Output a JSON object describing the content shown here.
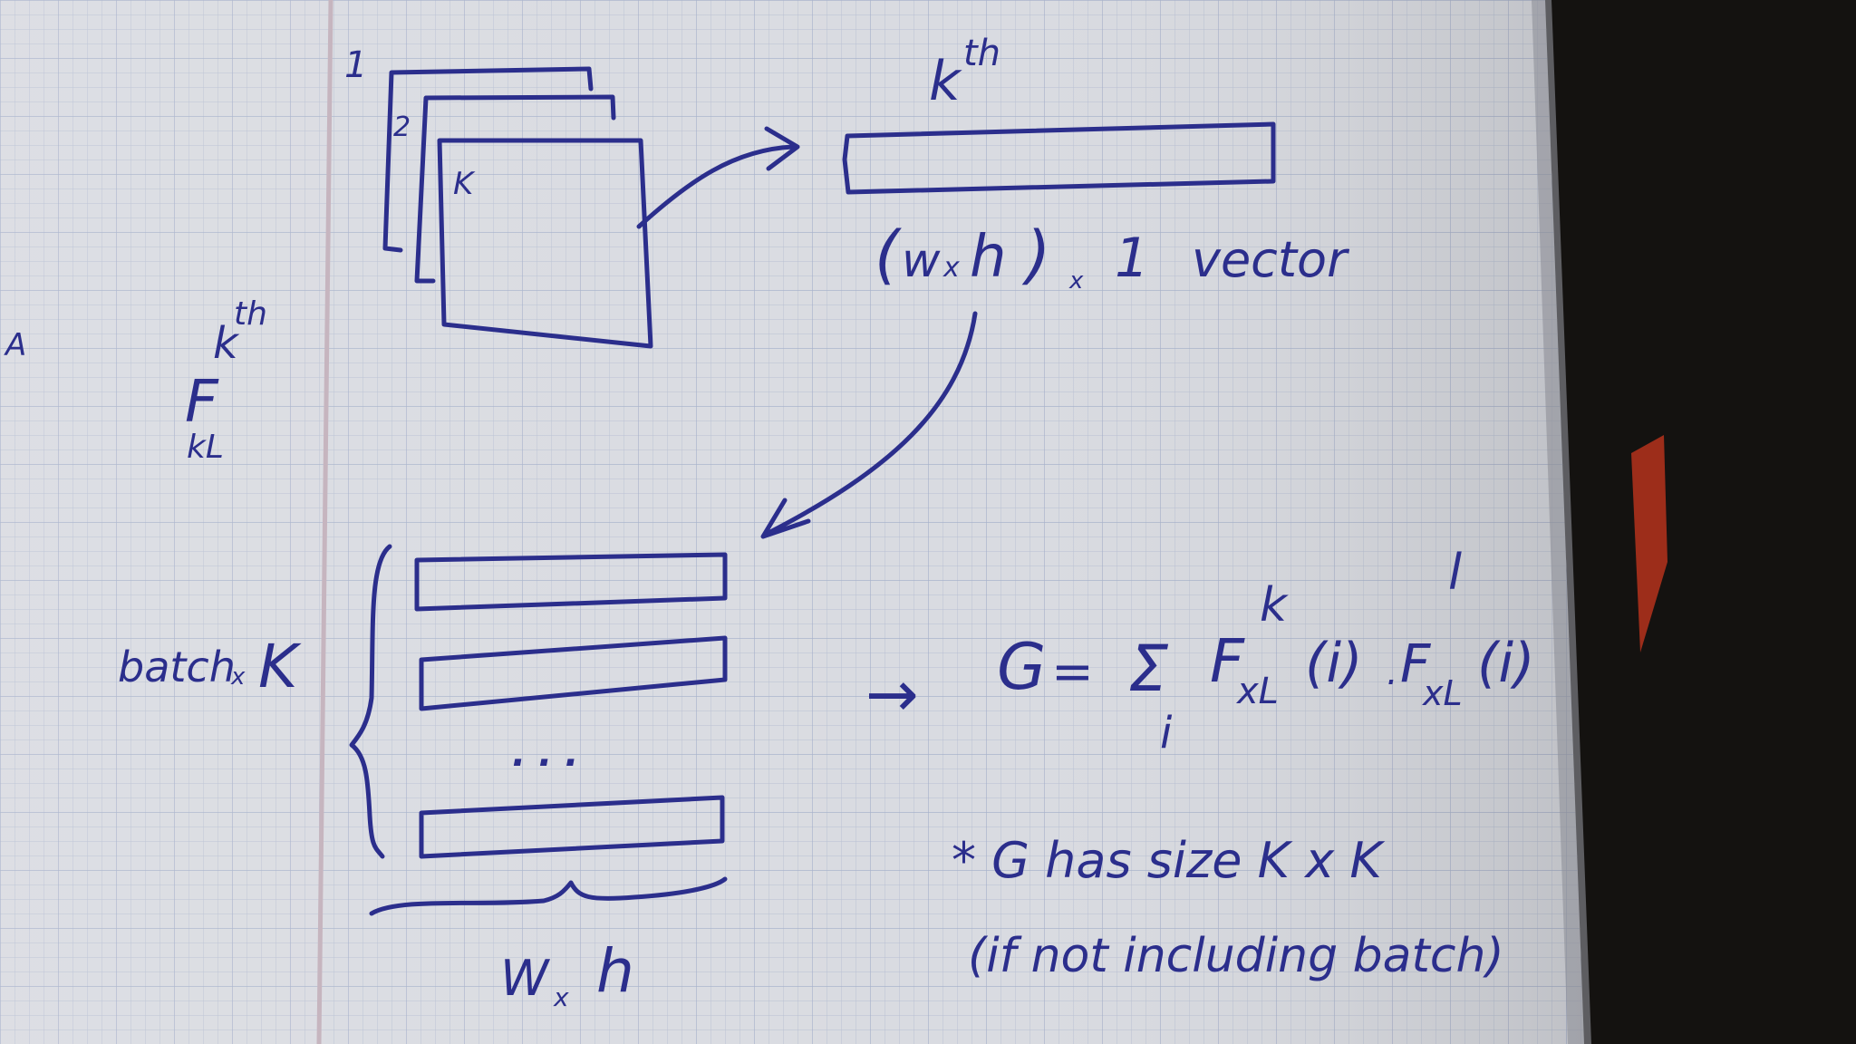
{
  "stack": {
    "frame_labels": [
      "1",
      "2",
      "K"
    ],
    "index_symbol": "k",
    "index_suffix": "th"
  },
  "vector": {
    "caption_open": "(",
    "caption_w": "w",
    "caption_times": "x",
    "caption_h": "h",
    "caption_close": ")",
    "caption_times2": "x",
    "caption_one": "1",
    "caption_word": "vector"
  },
  "feature": {
    "letter": "F",
    "sup_k": "k",
    "sup_th": "th",
    "sub": "kL"
  },
  "margin_mark": "A",
  "batch": {
    "label_word": "batch",
    "label_times": "x",
    "label_k": "K",
    "ellipsis": ". . ."
  },
  "width_label": {
    "w": "W",
    "times": "x",
    "h": "h"
  },
  "formula": {
    "arrow": "→",
    "lhs": "G",
    "eq": "=",
    "sum": "Σ",
    "sum_index": "i",
    "f1": "F",
    "f1_sub": "xL",
    "f1_sup": "k",
    "f1_arg": "(i)",
    "dot": ".",
    "f2": "F",
    "f2_sub": "xL",
    "f2_sup": "l",
    "f2_arg": "(i)"
  },
  "note": {
    "line1": "* G has size K x K",
    "line2": "(if not including batch)"
  },
  "colors": {
    "paper": "#d9dbe1",
    "grid_fine": "#b7bfd2",
    "grid_bold": "#97a3c4",
    "margin_line": "#c6b5bf",
    "ink": "#2b2e8c",
    "page_shadow": "#161412",
    "red_accent": "#b5321c"
  }
}
